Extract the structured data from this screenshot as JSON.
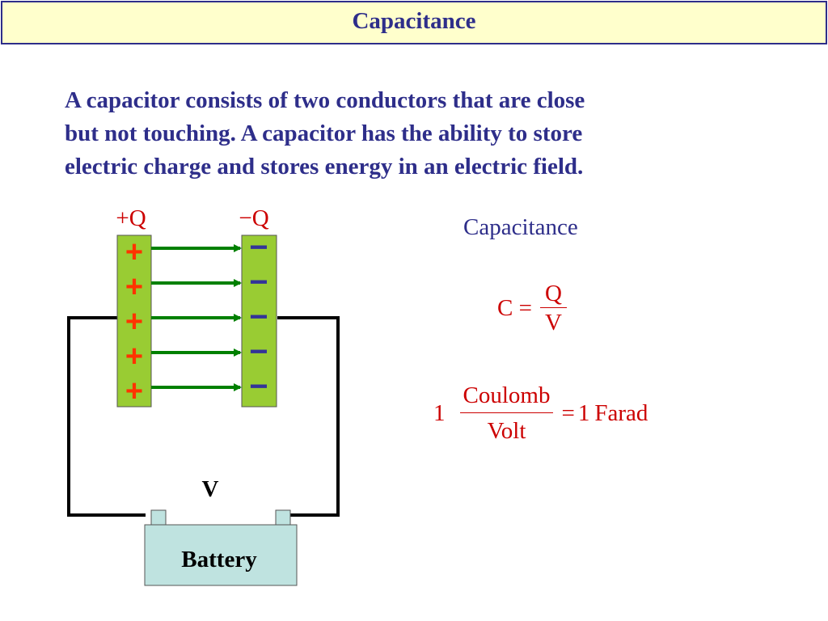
{
  "slide": {
    "title": "Capacitance",
    "intro_lines": [
      "A capacitor consists of two conductors that are close",
      "but not touching. A capacitor has the ability to store",
      "electric charge and stores energy in an electric field."
    ]
  },
  "diagram": {
    "positive_plate_label": "+Q",
    "negative_plate_label": "−Q",
    "positive_sign": "+",
    "negative_sign": "−",
    "voltage_label": "V",
    "battery_label": "Battery",
    "plate_color": "#99cc33",
    "field_line_color": "#008000",
    "positive_sign_color": "#ff3300",
    "negative_sign_color": "#333399",
    "battery_color": "#bfe3e0"
  },
  "formula": {
    "heading": "Capacitance",
    "lhs": "C =",
    "numerator": "Q",
    "denominator": "V"
  },
  "unit_relation": {
    "coefficient": "1",
    "numerator": "Coulomb",
    "denominator": "Volt",
    "equals": "=",
    "rhs_value": "1",
    "rhs_unit": "Farad"
  },
  "colors": {
    "title_text": "#2e2e8a",
    "title_background": "#ffffcc",
    "formula_text": "#cc0000"
  }
}
